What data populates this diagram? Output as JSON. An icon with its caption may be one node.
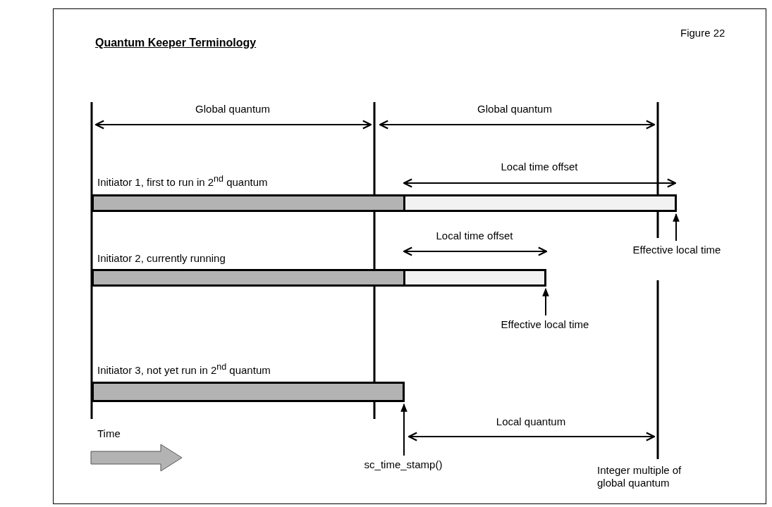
{
  "diagram": {
    "title": "Quantum Keeper Terminology",
    "nodes": [
      {
        "text": [
          "Initiator 1, first to run in 2$^{nd}$ quantum"
        ]
      },
      {
        "text": [],
        "shape": "bar",
        "in": 0
      },
      {
        "text": [
          "Effective local time"
        ]
      },
      {
        "text": [
          "Initiator 2, currently running"
        ]
      },
      {
        "text": [],
        "shape": "bar",
        "in": 3
      },
      {
        "text": [
          "Effective local time"
        ]
      },
      {
        "text": [
          "Initiator 3, not yet run in 2$^{nd}$ quantum"
        ]
      },
      {
        "text": [
          "sc_time_stamp()"
        ]
      }
    ],
    "edges": [
      {
        "from": 2,
        "to": 1,
        "arrow": "to"
      },
      {
        "from": 5,
        "to": 4,
        "arrow": "to"
      },
      {
        "from": 7,
        "to": 6,
        "arrow": "to"
      }
    ],
    "labels": [
      "Figure 22",
      "Global quantum",
      "Global quantum",
      "Local time offset",
      "Local time offset",
      "Local quantum",
      "Time",
      "Integer multiple of global quantum"
    ]
  }
}
